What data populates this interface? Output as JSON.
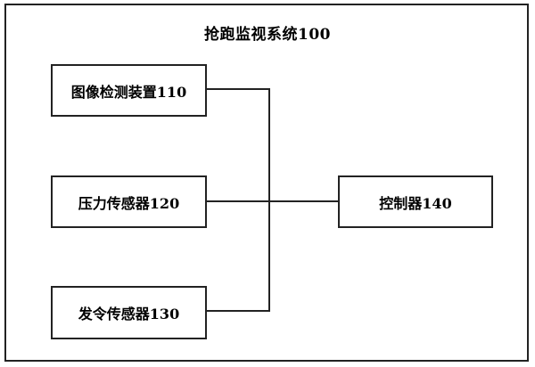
{
  "diagram": {
    "title": "抢跑监视系统100",
    "nodes": {
      "image_detector": "图像检测装置110",
      "pressure_sensor": "压力传感器120",
      "start_sensor": "发令传感器130",
      "controller": "控制器140"
    },
    "edges": [
      [
        "image_detector",
        "controller"
      ],
      [
        "pressure_sensor",
        "controller"
      ],
      [
        "start_sensor",
        "controller"
      ]
    ],
    "colors": {
      "line": "#222222",
      "background": "#ffffff"
    }
  }
}
